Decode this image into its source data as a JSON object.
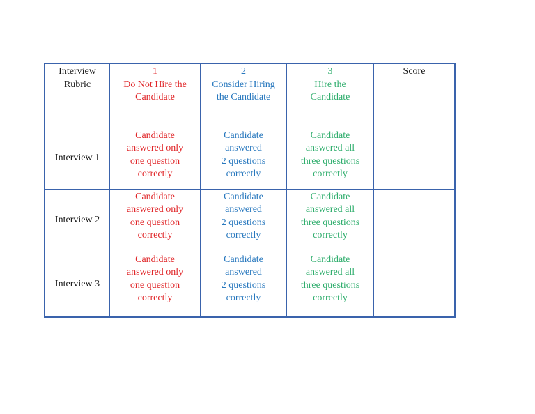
{
  "colors": {
    "border": "#3a63ac",
    "black": "#1a1a1a",
    "red": "#e02629",
    "blue": "#2878be",
    "green": "#2ead6c"
  },
  "table": {
    "header": {
      "rubric_label": "Interview\nRubric",
      "col1_number": "1",
      "col1_title": "Do Not Hire the\nCandidate",
      "col2_number": "2",
      "col2_title": "Consider Hiring\nthe Candidate",
      "col3_number": "3",
      "col3_title": "Hire the\nCandidate",
      "score_label": "Score"
    },
    "rows": [
      {
        "label": "Interview 1",
        "red_text": "Candidate\nanswered only\none question\ncorrectly",
        "blue_text": "Candidate\nanswered\n2 questions\ncorrectly",
        "green_text": "Candidate\nanswered all\nthree questions\ncorrectly",
        "score": ""
      },
      {
        "label": "Interview 2",
        "red_text": "Candidate\nanswered only\none question\ncorrectly",
        "blue_text": "Candidate\nanswered\n2 questions\ncorrectly",
        "green_text": "Candidate\nanswered all\nthree questions\ncorrectly",
        "score": ""
      },
      {
        "label": "Interview 3",
        "red_text": "Candidate\nanswered only\none question\ncorrectly",
        "blue_text": "Candidate\nanswered\n2 questions\ncorrectly",
        "green_text": "Candidate\nanswered all\nthree questions\ncorrectly",
        "score": ""
      }
    ]
  }
}
